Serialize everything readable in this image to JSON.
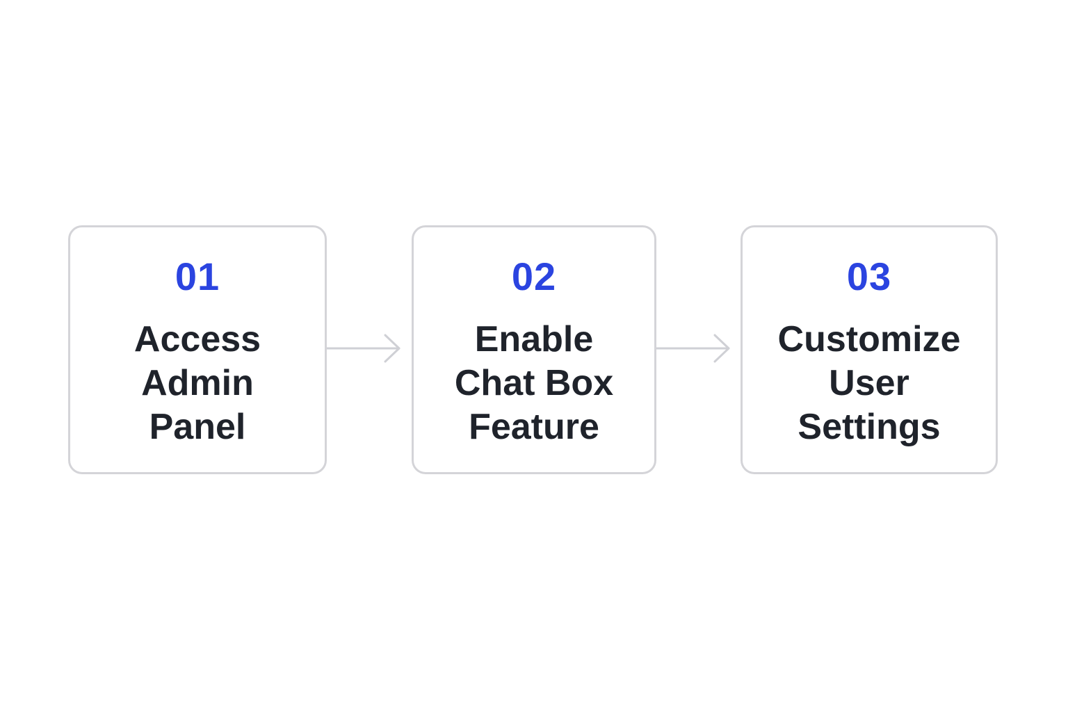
{
  "colors": {
    "number": "#2b44e0",
    "title": "#1f232b",
    "border": "#d4d4d8",
    "arrow": "#cfd0d5",
    "background": "#ffffff"
  },
  "steps": [
    {
      "number": "01",
      "title_lines": [
        "Access",
        "Admin",
        "Panel"
      ]
    },
    {
      "number": "02",
      "title_lines": [
        "Enable",
        "Chat Box",
        "Feature"
      ]
    },
    {
      "number": "03",
      "title_lines": [
        "Customize",
        "User",
        "Settings"
      ]
    }
  ],
  "connectors": [
    {
      "icon": "arrow-right-icon"
    },
    {
      "icon": "arrow-right-icon"
    }
  ]
}
